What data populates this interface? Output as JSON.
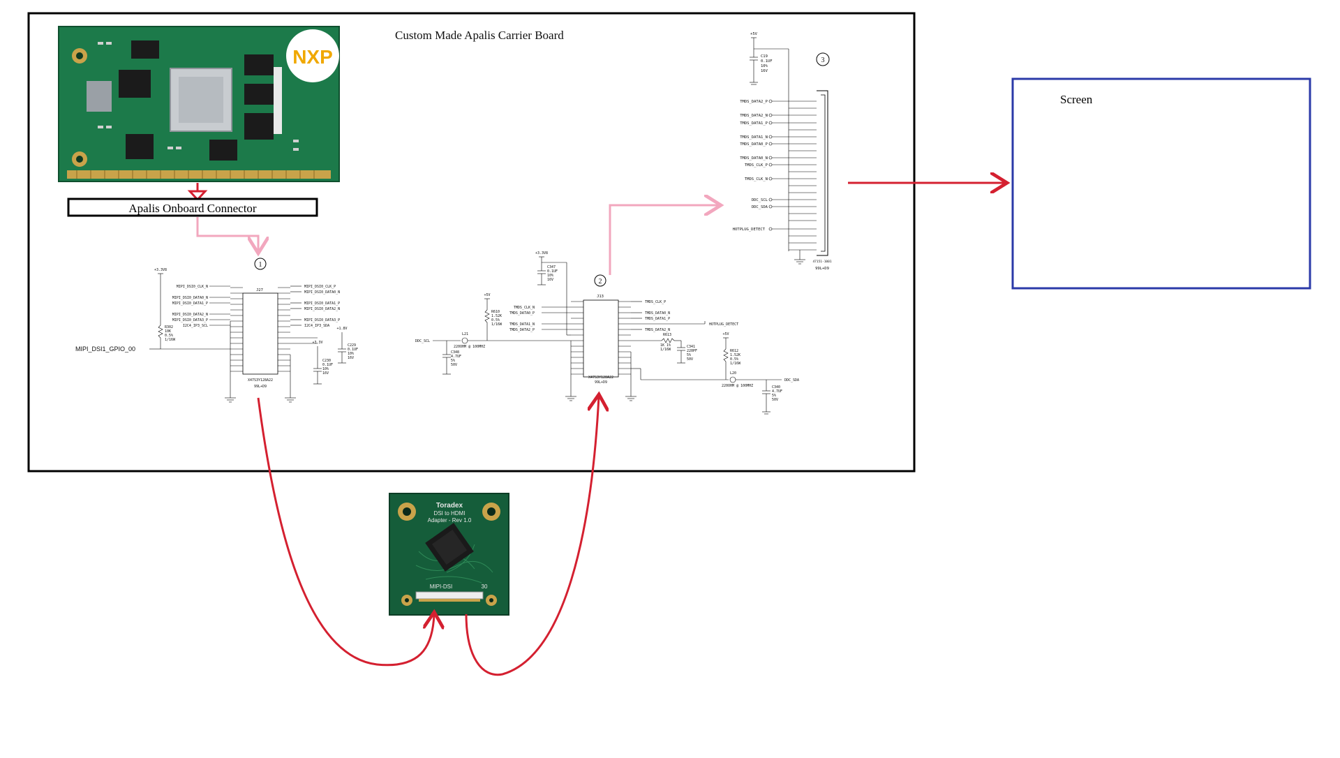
{
  "carrier_board": {
    "title": "Custom Made Apalis Carrier Board"
  },
  "module": {
    "brand_logo": "NXP",
    "onboard_connector_label": "Apalis Onboard Connector"
  },
  "screen": {
    "label": "Screen"
  },
  "adapter": {
    "brand": "Toradex",
    "title": "DSI to HDMI",
    "revision": "Adapter - Rev 1.0",
    "connector_label": "MIPI-DSI",
    "pin_count": "30"
  },
  "markers": {
    "one": "1",
    "two": "2",
    "three": "3"
  },
  "schematic_1": {
    "refdes": "J27",
    "part": "X47S3Y128A22",
    "footprint": "99L+D9",
    "rail_left": "+3.3V8",
    "rail_mid": "+3.3V",
    "rail_right": "+1.8V",
    "left_nets": [
      "MIPI_DSI0_CLK_N",
      "MIPI_DSI0_DATA0_N",
      "MIPI_DSI0_DATA1_P",
      "MIPI_DSI0_DATA2_N",
      "MIPI_DSI0_DATA3_P",
      "I2C4_IP3_SCL"
    ],
    "right_nets": [
      "MIPI_DSI0_CLK_P",
      "MIPI_DSI0_DATA0_N",
      "MIPI_DSI0_DATA1_P",
      "MIPI_DSI0_DATA2_N",
      "MIPI_DSI0_DATA3_P",
      "I2C4_IP3_SDA"
    ],
    "gpio_label": "MIPI_DSI1_GPIO_00",
    "resistor": [
      "R302",
      "10K",
      "0.5%",
      "1/16W"
    ],
    "cap_a": [
      "C230",
      "0.1UF",
      "10%",
      "16V"
    ],
    "cap_b": [
      "C229",
      "0.1UF",
      "10%",
      "16V"
    ]
  },
  "schematic_2": {
    "refdes": "J13",
    "part": "X47S3Y128A22",
    "footprint": "99L+D9",
    "rail": "+3.3V8",
    "rail_5v": "+5V",
    "left_nets": [
      "TMDS_CLK_N",
      "TMDS_DATA0_P",
      "TMDS_DATA1_N",
      "TMDS_DATA2_P"
    ],
    "right_nets": [
      "TMDS_CLK_P",
      "TMDS_DATA0_N",
      "TMDS_DATA1_P",
      "TMDS_DATA2_N"
    ],
    "ddc_scl": "DDC_SCL",
    "ddc_sda": "DDC_SDA",
    "hotplug": "HOTPLUG_DETECT",
    "cap_top": [
      "C347",
      "0.1UF",
      "10%",
      "16V"
    ],
    "res_pullup": [
      "R610",
      "1.52K",
      "0.5%",
      "1/16W"
    ],
    "ferrite_left": [
      "L21",
      "220OHM @ 100MHZ"
    ],
    "cap_left": [
      "C348",
      "4.7UF",
      "5%",
      "50V"
    ],
    "res_mid": [
      "R613",
      "1K 1%",
      "1/16W"
    ],
    "cap_mid": [
      "C341",
      "220PF",
      "5%",
      "50V"
    ],
    "res_right": [
      "R612",
      "1.52K",
      "0.5%",
      "1/16W"
    ],
    "ferrite_right": [
      "L20",
      "220OHM @ 100MHZ"
    ],
    "cap_right": [
      "C340",
      "4.7UF",
      "5%",
      "50V"
    ]
  },
  "schematic_3": {
    "rail": "+5V",
    "cap": [
      "C19",
      "0.1UF",
      "10%",
      "16V"
    ],
    "part": "47151-1001",
    "footprint": "99L+D9",
    "nets": [
      "TMDS_DATA2_P",
      "TMDS_DATA2_N",
      "TMDS_DATA1_P",
      "TMDS_DATA1_N",
      "TMDS_DATA0_P",
      "TMDS_DATA0_N",
      "TMDS_CLK_P",
      "TMDS_CLK_N",
      "DDC_SCL",
      "DDC_SDA",
      "HOTPLUG_DETECT"
    ]
  },
  "colors": {
    "frame": "#000000",
    "screen_border": "#2b3aa8",
    "red_arrow": "#d42030",
    "pink_arrow": "#f2a7be",
    "pcb_green": "#1c7a4a",
    "adapter_green": "#155d3a"
  }
}
